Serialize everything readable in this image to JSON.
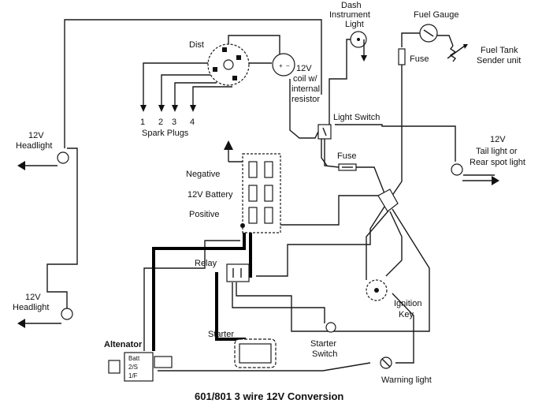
{
  "title": "601/801 3 wire 12V Conversion",
  "labels": {
    "dist": "Dist",
    "coil": [
      "12V",
      "coil w/",
      "internal",
      "resistor"
    ],
    "spark_plug_numbers": [
      "1",
      "2",
      "3",
      "4"
    ],
    "spark_plugs": "Spark Plugs",
    "dash_light": [
      "Dash",
      "Instrument",
      "Light"
    ],
    "fuel_gauge": "Fuel Gauge",
    "fuel_tank": [
      "Fuel Tank",
      "Sender unit"
    ],
    "fuel_upper": "Fuse",
    "light_switch": "Light Switch",
    "fuse_lower": "Fuse",
    "headlight_upper": [
      "12V",
      "Headlight"
    ],
    "headlight_lower": [
      "12V",
      "Headlight"
    ],
    "tail_light": [
      "12V",
      "Tail light or",
      "Rear spot light"
    ],
    "negative": "Negative",
    "battery": "12V Battery",
    "positive": "Positive",
    "relay": "Relay",
    "starter": "Starter",
    "starter_switch": [
      "Starter",
      "Switch"
    ],
    "ignition_key": [
      "Ignition",
      "Key"
    ],
    "alternator": "Altenator",
    "alt_terminals": [
      "Batt",
      "2/S",
      "1/F"
    ],
    "warning_light": "Warning light"
  }
}
